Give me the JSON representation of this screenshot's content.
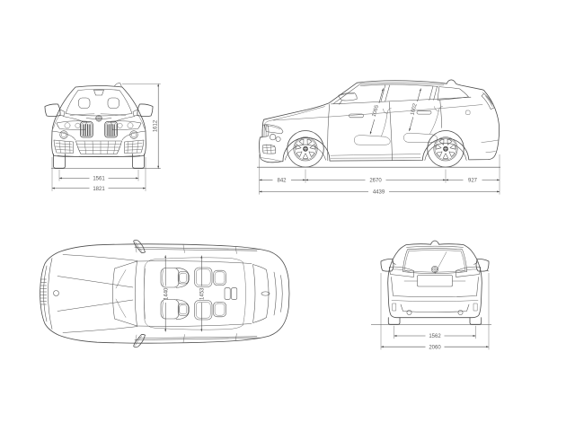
{
  "diagram": {
    "type": "vehicle-dimensions-blueprint",
    "views": {
      "front": {
        "height_mm": "1612",
        "track_width_mm": "1561",
        "overall_width_mm": "1821"
      },
      "side": {
        "front_overhang_mm": "842",
        "wheelbase_mm": "2670",
        "rear_overhang_mm": "927",
        "overall_length_mm": "4439",
        "front_headroom_mm": "1065",
        "rear_headroom_mm": "1002"
      },
      "top": {
        "front_interior_width_mm": "1440",
        "rear_interior_width_mm": "1453"
      },
      "rear": {
        "track_width_mm": "1562",
        "width_incl_mirrors_mm": "2060"
      }
    },
    "style": {
      "background": "#ffffff",
      "line_color": "#4d4d4d",
      "dimension_color": "#4a4a4a",
      "label_color": "#5a5a5a"
    }
  }
}
